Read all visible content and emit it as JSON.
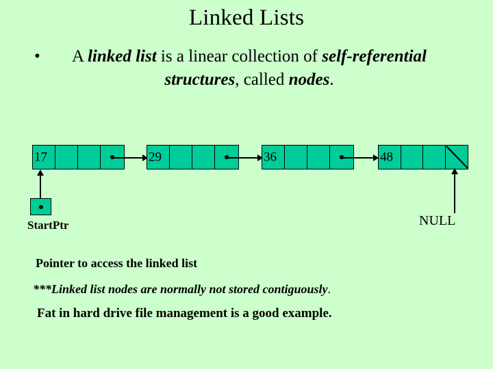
{
  "slide": {
    "title": "Linked Lists",
    "background_color": "#ccffcc",
    "node_color": "#00cc99",
    "outline_color": "#000000"
  },
  "bullet": {
    "marker": "•",
    "part1": "A ",
    "emph1": "linked list",
    "part2": " is a linear collection of ",
    "emph2": "self-referential structures",
    "part3": ", called ",
    "emph3": "nodes",
    "part4": "."
  },
  "diagram": {
    "type": "singly-linked-list",
    "nodes": [
      {
        "value": "17",
        "cells": 4,
        "pointer_cell": 4,
        "next": "29"
      },
      {
        "value": "29",
        "cells": 4,
        "pointer_cell": 4,
        "next": "36"
      },
      {
        "value": "36",
        "cells": 4,
        "pointer_cell": 4,
        "next": "48"
      },
      {
        "value": "48",
        "cells": 4,
        "pointer_cell": 4,
        "next": "NULL"
      }
    ],
    "start_pointer_label": "StartPtr",
    "null_label": "NULL"
  },
  "notes": {
    "line1": "Pointer to access the linked list",
    "line2": "***Linked list nodes are normally not stored contiguously",
    "line2_tail": ".",
    "line3": "Fat in hard drive file management is a good example."
  }
}
